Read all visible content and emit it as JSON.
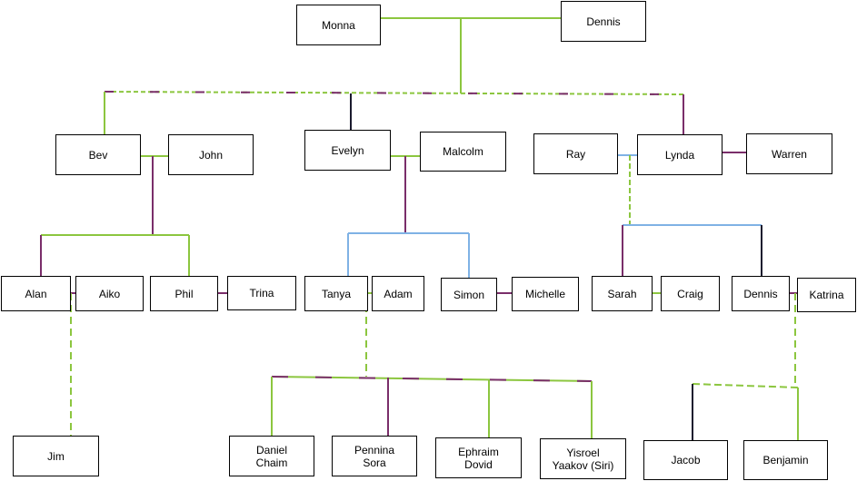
{
  "colors": {
    "box_border": "#000000",
    "line_green": "#8cc63f",
    "line_blue": "#7fb2e5",
    "line_dark": "#1a1a2e",
    "line_purple": "#7a2e6a"
  },
  "people": {
    "monna": "Monna",
    "dennis_sr": "Dennis",
    "bev": "Bev",
    "john": "John",
    "evelyn": "Evelyn",
    "malcolm": "Malcolm",
    "ray": "Ray",
    "lynda": "Lynda",
    "warren": "Warren",
    "alan": "Alan",
    "aiko": "Aiko",
    "phil": "Phil",
    "trina": "Trina",
    "tanya": "Tanya",
    "adam": "Adam",
    "simon": "Simon",
    "michelle": "Michelle",
    "sarah": "Sarah",
    "craig": "Craig",
    "dennis_jr": "Dennis",
    "katrina": "Katrina",
    "jim": "Jim",
    "daniel": "Daniel\nChaim",
    "pennina": "Pennina\nSora",
    "ephraim": "Ephraim\nDovid",
    "yisroel": "Yisroel\nYaakov (Siri)",
    "jacob": "Jacob",
    "benjamin": "Benjamin"
  }
}
